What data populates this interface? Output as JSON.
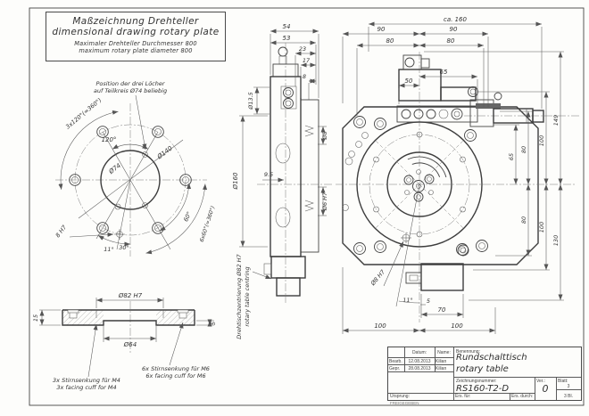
{
  "header": {
    "title_de": "Maßzeichnung Drehteller",
    "title_en": "dimensional drawing rotary plate",
    "subtitle_de": "Maximaler Drehteller Durchmesser 800",
    "subtitle_en": "maximum rotary plate diameter 800"
  },
  "front_view": {
    "note_line1": "Position der drei Löcher",
    "note_line2": "auf Teilkreis Ø74 beliebig",
    "dims": {
      "pattern3": "3x120°(=360°)",
      "a120": "120°",
      "d74": "Ø74",
      "d140": "Ø140",
      "a60": "60°",
      "pattern6": "6x60°(=360°)",
      "a30": "30°",
      "a11": "11°",
      "hole8": "8 H7"
    }
  },
  "flange_section": {
    "d82": "Ø82 H7",
    "d64": "Ø64",
    "t15": "15",
    "t5": "5",
    "m4_de": "3x Stirnsenkung für M4",
    "m4_en": "3x facing cuff for M4",
    "m6_de": "6x Stirnsenkung für M6",
    "m6_en": "6x facing cuff for M6"
  },
  "side_view": {
    "dims": {
      "w54": "54",
      "w53": "53",
      "w23": "23",
      "w17": "17",
      "w8": "8",
      "d13_5": "Ø13.5",
      "d160": "Ø160",
      "w9_5": "9.5",
      "d8": "Ø8",
      "d6h7": "Ø6 H7"
    },
    "centring_de": "Drehtischzentrierung Ø82 H7",
    "centring_en": "rotary table centring"
  },
  "top_view": {
    "dims": {
      "ca160": "ca. 160",
      "w90l": "90",
      "w90r": "90",
      "w80l": "80",
      "w80r": "80",
      "w65": "65",
      "w50": "50",
      "v149": "149",
      "v100t": "100",
      "v80t": "80",
      "v65": "65",
      "v130": "130",
      "v100b": "100",
      "v80b": "80",
      "a11": "11°",
      "w5": "5",
      "w70": "70",
      "w100l": "100",
      "w100r": "100",
      "d8h7": "Ø8 H7"
    }
  },
  "title_block": {
    "col_datum": "Datum:",
    "col_name": "Name:",
    "row1_label": "Bearb.",
    "row1_date": "12.08.2013",
    "row1_name": "Kilian",
    "row2_label": "Gepr.",
    "row2_date": "28.08.2013",
    "row2_name": "Kilian",
    "benennung_label": "Benennung:",
    "title_de": "Rundschalttisch",
    "title_en": "rotary table",
    "number_label": "Zeichnungsnummer:",
    "number": "RS160-T2-D",
    "ver_label": "Ver.:",
    "ver": "0",
    "blatt_label": "Blatt:",
    "blatt": "3",
    "blatt_total": "3  Bl.",
    "ursprung_label": "Ursprung:",
    "ers_fuer_label": "Ers. für:",
    "ers_durch_label": "Ers. durch:",
    "released": "FREIGEGEBEN"
  }
}
